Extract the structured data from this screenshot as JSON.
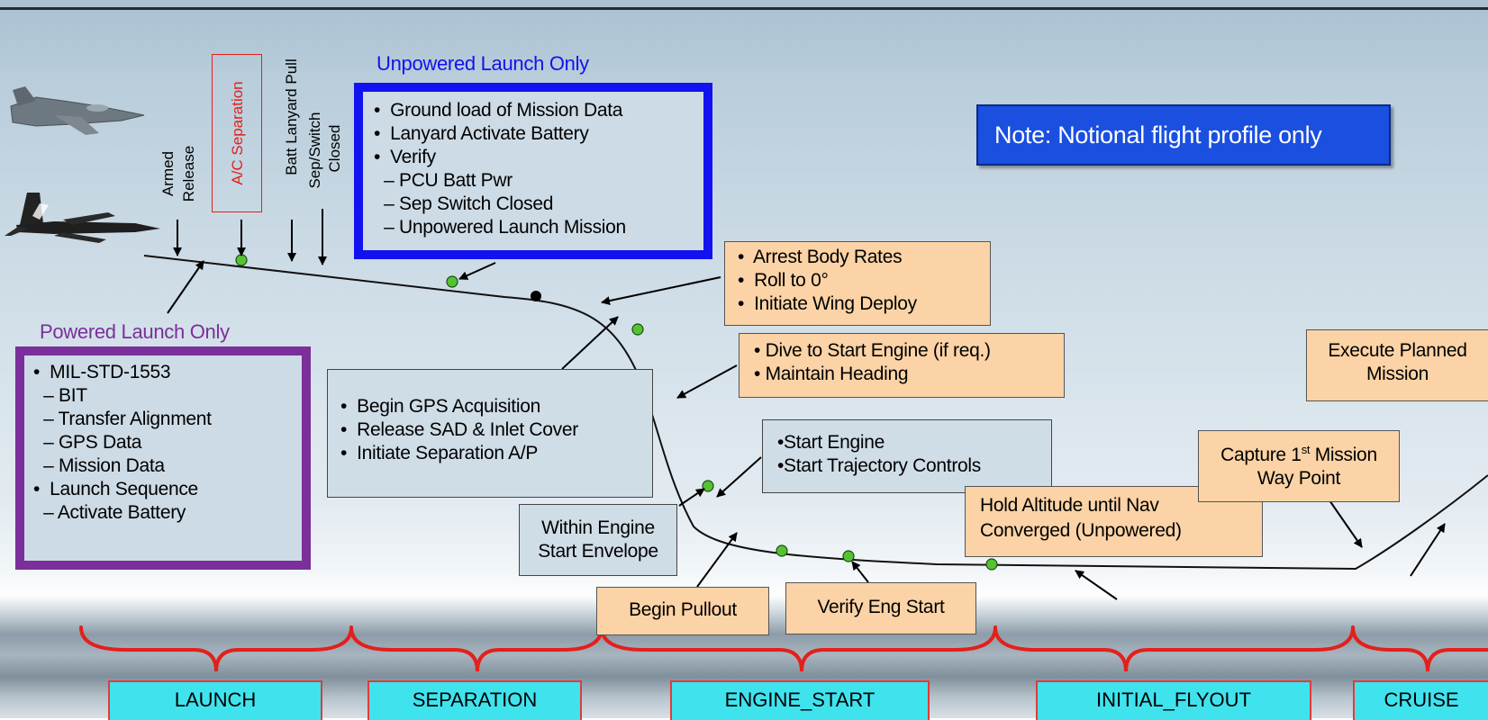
{
  "unpowered": {
    "title": "Unpowered Launch Only",
    "items": [
      "Ground load of Mission Data",
      "Lanyard Activate Battery",
      "Verify"
    ],
    "sub_items": [
      "PCU Batt Pwr",
      "Sep Switch Closed",
      "Unpowered Launch Mission"
    ]
  },
  "note": "Note: Notional flight profile only",
  "powered": {
    "title": "Powered Launch Only",
    "item1": "MIL-STD-1553",
    "sub1": [
      "BIT",
      "Transfer Alignment",
      "GPS Data",
      "Mission Data"
    ],
    "item2": "Launch Sequence",
    "sub2": [
      "Activate Battery"
    ]
  },
  "vertical_labels": {
    "armed": "Armed",
    "release": "Release",
    "ac_separation": "A/C Separation",
    "batt_lanyard": "Batt Lanyard Pull",
    "sep_switch": "Sep/Switch",
    "closed": "Closed"
  },
  "boxes": {
    "arrest": [
      "Arrest Body Rates",
      "Roll to 0°",
      "Initiate Wing Deploy"
    ],
    "dive": [
      "Dive to Start Engine (if req.)",
      "Maintain Heading"
    ],
    "gps": [
      "Begin GPS Acquisition",
      "Release SAD & Inlet Cover",
      "Initiate Separation A/P"
    ],
    "start_engine": [
      "•Start Engine",
      "•Start Trajectory Controls"
    ],
    "within_engine": [
      "Within Engine",
      "Start Envelope"
    ],
    "begin_pullout": "Begin Pullout",
    "verify_eng": "Verify Eng Start",
    "hold_altitude": [
      "Hold Altitude until Nav",
      "Converged  (Unpowered)"
    ],
    "capture": {
      "line1a": "Capture 1",
      "line1sup": "st",
      "line1b": " Mission",
      "line2": "Way Point"
    },
    "execute": [
      "Execute Planned",
      "Mission"
    ]
  },
  "phases": [
    "LAUNCH",
    "SEPARATION",
    "ENGINE_START",
    "INITIAL_FLYOUT",
    "CRUISE"
  ],
  "colors": {
    "unpowered_border": "#1212f0",
    "powered_border": "#7a2f9a",
    "note_bg": "#1a4fe0",
    "callout_bg": "#fbd3a6",
    "info_bg": "#cfdde7",
    "phase_bg": "#3fe3ee",
    "brace": "#e3201b",
    "waypoint": "#55c233"
  }
}
